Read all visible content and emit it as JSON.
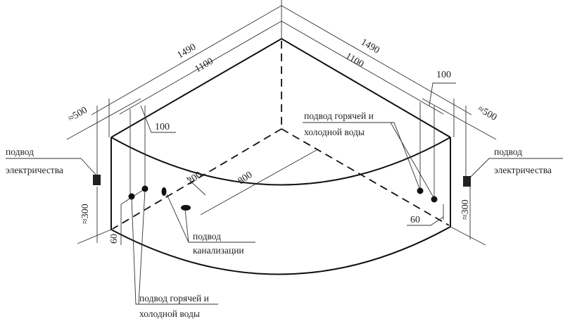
{
  "dimensions": {
    "overall_left": "1490",
    "overall_right": "1490",
    "inner_left": "1100",
    "inner_right": "1100",
    "offset_left": "100",
    "offset_right": "100",
    "wall_left": "≈500",
    "wall_right": "≈500",
    "height_left": "≈300",
    "height_right": "≈300",
    "floor_left": "60",
    "floor_right": "60",
    "drain_offset": "200",
    "drain_distance": "800"
  },
  "labels": {
    "electric_left": [
      "подвод",
      "электричества"
    ],
    "electric_right": [
      "подвод",
      "электричества"
    ],
    "drain": [
      "подвод",
      "канализации"
    ],
    "water_left": [
      "подвод горячей и",
      "холодной воды"
    ],
    "water_right": [
      "подвод горячей и",
      "холодной воды"
    ]
  }
}
